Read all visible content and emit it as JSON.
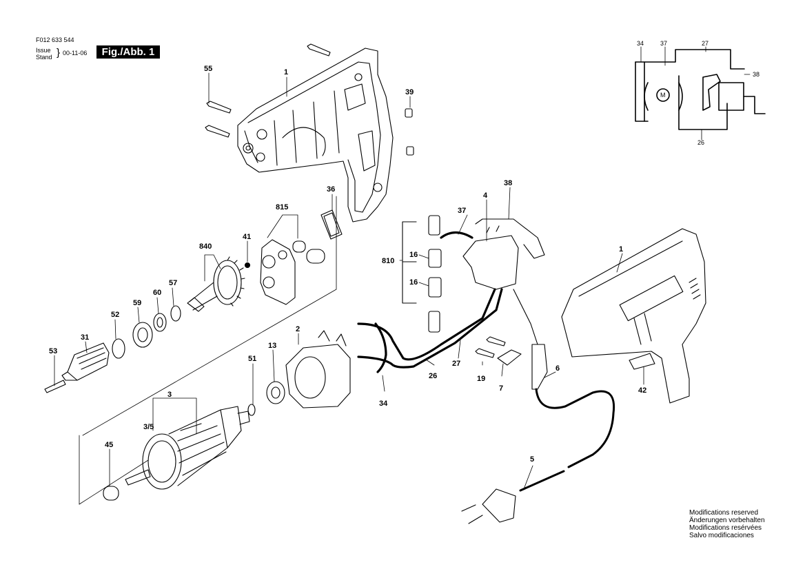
{
  "header": {
    "part_number": "F012 633 544",
    "issue_label": "Issue",
    "stand_label": "Stand",
    "date": "00-11-06",
    "figure": "Fig./Abb. 1"
  },
  "notes": [
    "Modifications reserved",
    "Änderungen vorbehalten",
    "Modifications resérvées",
    "Salvo modificaciones"
  ],
  "labels": {
    "housing_top": "1",
    "screw_55": "55",
    "pin_39": "39",
    "plate_36": "36",
    "bearing_support_815": "815",
    "ball_41": "41",
    "gear_840": "840",
    "ring_57": "57",
    "ring_60": "60",
    "bearing_59": "59",
    "ring_52": "52",
    "chuck_31": "31",
    "screw_53": "53",
    "field_2": "2",
    "bearing_13": "13",
    "washer_51": "51",
    "armature_3": "3",
    "armature_35": "3/5",
    "sleeve_45": "45",
    "switch_4": "4",
    "switch_38": "38",
    "wire_37": "37",
    "brush_set_810": "810",
    "brush_16a": "16",
    "brush_16b": "16",
    "wire_27": "27",
    "wire_26": "26",
    "wire_34": "34",
    "screw_19": "19",
    "clamp_7": "7",
    "sleeve_6": "6",
    "cord_5": "5",
    "drill_1": "1",
    "nameplate_42": "42"
  },
  "wiring": {
    "w34": "34",
    "w37": "37",
    "w27": "27",
    "w38": "38",
    "w26": "26",
    "motor": "M"
  }
}
